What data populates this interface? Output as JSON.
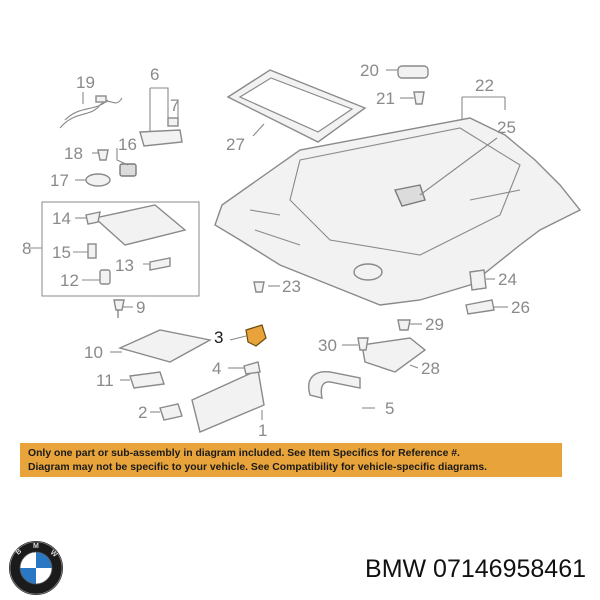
{
  "diagram": {
    "callouts": [
      "1",
      "2",
      "3",
      "4",
      "5",
      "6",
      "7",
      "8",
      "9",
      "10",
      "11",
      "12",
      "13",
      "14",
      "15",
      "16",
      "17",
      "18",
      "19",
      "20",
      "21",
      "22",
      "23",
      "24",
      "25",
      "26",
      "27",
      "28",
      "29",
      "30"
    ],
    "highlighted_callout": "3",
    "accent_color": "#e8a33a"
  },
  "notice": {
    "line1": "Only one part or sub-assembly in diagram included. See Item Specifics for Reference #.",
    "line2": "Diagram may not be specific to your vehicle. See Compatibility for vehicle-specific diagrams."
  },
  "footer": {
    "logo_icon": "bmw-logo-icon",
    "part_label": "BMW 07146958461"
  }
}
